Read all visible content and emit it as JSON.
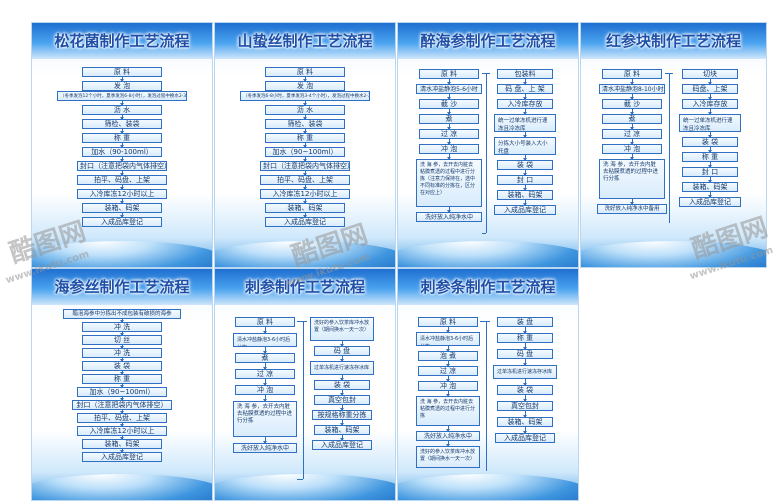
{
  "boards": [
    {
      "title": "松花菌制作工艺流程",
      "steps": [
        "原 料",
        "发 泡",
        "（冬季发泡12个小时，夏季发泡6-8小时），发泡过程中换水2-3遍",
        "沥 水",
        "筛检、装袋",
        "称 重",
        "加水（90-100ml）",
        "封口（注意把袋内气体排空）",
        "拍平、码盘、上架",
        "入冷库冻12小时以上",
        "装箱、码架",
        "入成品库登记"
      ]
    },
    {
      "title": "山蛰丝制作工艺流程",
      "steps": [
        "原 料",
        "发 泡",
        "（冬季发泡6-8小时，夏季发泡3-4个小时），发泡过程中换水2-3遍",
        "沥 水",
        "筛检、装袋",
        "称 重",
        "加水（90~100ml）",
        "封口（注意把袋内气体排空）",
        "拍平、码盘、上架",
        "入冷库冻12小时以上",
        "装箱、码架",
        "入成品库登记"
      ]
    },
    {
      "title": "醉海参制作工艺流程",
      "left": [
        "原 料",
        "清水冲盐静泡5-6小时",
        "截 沙",
        "煮",
        "过 凉",
        "冲 泡",
        "洗 海 参，去开去内脏去粘膜煮透的过程中进行分拣（注意力保持在，选中不同标准的分拣在，区分在对应上）",
        "洗好放入纯净水中"
      ],
      "right": [
        "包装料",
        "码 盘、上 架",
        "入冷库存放",
        "统一过单冻机进行速冻且冷冻库",
        "分拣大小号装入大小托盘",
        "装 袋",
        "封 口",
        "装箱、码架",
        "入成品库登记"
      ]
    },
    {
      "title": "红参块制作工艺流程",
      "left": [
        "原 料",
        "清水冲盐静泡8-10小时",
        "截 沙",
        "煮",
        "过 凉",
        "冲 泡",
        "洗 海 参，去开去内脏去粘膜煮透的过程中进行分拣",
        "洗好放入纯净水中备用"
      ],
      "right": [
        "切块",
        "码盘、上架",
        "入冷库存放",
        "统一过单冻机进行速冻且冷冻库",
        "装 袋",
        "称 重",
        "封 口",
        "装箱、码架",
        "入成品库登记"
      ]
    },
    {
      "title": "海参丝制作工艺流程",
      "steps": [
        "醋泡海参中分拣出不成包装有破损的海参",
        "冲 洗",
        "切 丝",
        "冲 洗",
        "装 袋",
        "称 重",
        "加水（90~100ml）",
        "封口（注意把袋内气体排空）",
        "拍平、码盘、上架",
        "入冷库冻12小时以上",
        "装箱、码架",
        "入成品库登记"
      ]
    },
    {
      "title": "刺参制作工艺流程",
      "left": [
        "原 料",
        "清水冲盐静泡3-6小时后分拣",
        "煮",
        "过 凉",
        "冲 泡",
        "洗 海 参，去开去内脏去粘膜煮透的过程中进行分拣",
        "洗好放入纯净水中"
      ],
      "right": [
        "洗好的参入饮茶库冲水放置（期间换水一天一次）",
        "码 盘",
        "过单冻机进行速冻存冰库",
        "装 袋",
        "真空包封",
        "按规格称重分拣",
        "装箱、码架",
        "入成品库登记"
      ]
    },
    {
      "title": "刺参条制作工艺流程",
      "left": [
        "原 料",
        "清水冲盐静泡3-6小时后分拣",
        "泡 煮",
        "过 凉",
        "冲 泡",
        "洗 海 参，去开去内脏去粘膜煮透的过程中进行分拣",
        "洗好放入纯净水中",
        "洗好的参入饮茶库冲水放置（期间换水一天一次）"
      ],
      "right": [
        "装 盘",
        "称 重",
        "码 盘",
        "过单冻机进行速冻存冰库",
        "装 袋",
        "真空包封",
        "装箱、码架",
        "入成品库登记"
      ]
    }
  ],
  "watermark": {
    "brand": "酷图网",
    "url": "www.ikutu.com"
  }
}
